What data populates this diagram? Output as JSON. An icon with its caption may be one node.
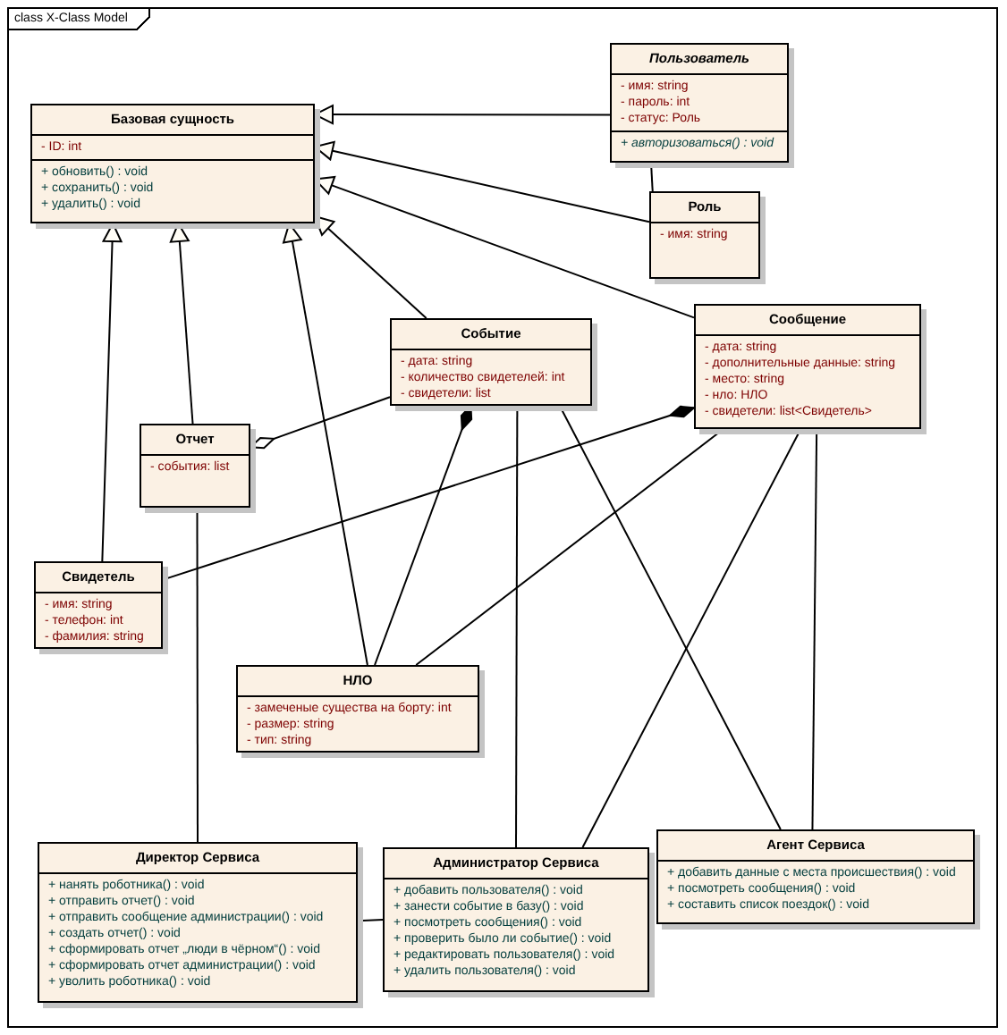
{
  "diagram": {
    "nodes": [
      {
        "text": [
          "class X-Class Model"
        ]
      },
      {
        "text": [
          "Базовая сущность",
          "- ID: int",
          "+ обновить() : void",
          "+ сохранить() : void",
          "+ удалить() : void"
        ],
        "in": 0
      },
      {
        "text": [
          "Пользователь",
          "- имя: string",
          "- пароль: int",
          "- статус: Роль",
          "+ авторизоваться() : void"
        ],
        "in": 0
      },
      {
        "text": [
          "Роль",
          "- имя: string"
        ],
        "in": 0
      },
      {
        "text": [
          "Событие",
          "- дата: string",
          "- количество свидетелей: int",
          "- свидетели: list"
        ],
        "in": 0
      },
      {
        "text": [
          "Сообщение",
          "- дата: string",
          "- дополнительные данные: string",
          "- место: string",
          "- нло: НЛО",
          "- свидетели: list<Свидетель>"
        ],
        "in": 0
      },
      {
        "text": [
          "Отчет",
          "- события: list"
        ],
        "in": 0
      },
      {
        "text": [
          "Свидетель",
          "- имя: string",
          "- телефон: int",
          "- фамилия: string"
        ],
        "in": 0
      },
      {
        "text": [
          "НЛО",
          "- замеченые существа на борту: int",
          "- размер: string",
          "- тип: string"
        ],
        "in": 0
      },
      {
        "text": [
          "Директор Сервиса",
          "+ нанять роботника() : void",
          "+ отправить отчет() : void",
          "+ отправить сообщение администрации() : void",
          "+ создать отчет() : void",
          "+ сформировать отчет „люди в чёрном“() : void",
          "+ сформировать отчет администрации() : void",
          "+ уволить роботника() : void"
        ],
        "in": 0
      },
      {
        "text": [
          "Администратор Сервиса",
          "+ добавить пользователя() : void",
          "+ занести событие в базу() : void",
          "+ посмотреть сообщения() : void",
          "+ проверить было ли событие() : void",
          "+ редактировать пользователя() : void",
          "+ удалить пользователя() : void"
        ],
        "in": 0
      },
      {
        "text": [
          "Агент Сервиса",
          "+ добавить данные с места происшествия() : void",
          "+ посмотреть сообщения() : void",
          "+ составить список поездок() : void"
        ],
        "in": 0
      }
    ],
    "edges": [
      {
        "from": 2,
        "to": 1,
        "arrow": "to"
      },
      {
        "from": 3,
        "to": 1,
        "arrow": "to"
      },
      {
        "from": 5,
        "to": 1,
        "arrow": "to"
      },
      {
        "from": 4,
        "to": 1,
        "arrow": "to"
      },
      {
        "from": 7,
        "to": 1,
        "arrow": "to"
      },
      {
        "from": 6,
        "to": 1,
        "arrow": "to"
      },
      {
        "from": 8,
        "to": 1,
        "arrow": "to"
      },
      {
        "from": 2,
        "to": 3,
        "arrow": "none"
      },
      {
        "from": 4,
        "to": 6,
        "arrow": "other"
      },
      {
        "from": 8,
        "to": 4,
        "arrow": "other"
      },
      {
        "from": 7,
        "to": 5,
        "arrow": "other"
      },
      {
        "from": 8,
        "to": 5,
        "arrow": "none"
      },
      {
        "from": 4,
        "to": 10,
        "arrow": "none"
      },
      {
        "from": 4,
        "to": 11,
        "arrow": "none"
      },
      {
        "from": 5,
        "to": 10,
        "arrow": "none"
      },
      {
        "from": 5,
        "to": 11,
        "arrow": "none"
      },
      {
        "from": 6,
        "to": 9,
        "arrow": "none"
      },
      {
        "from": 9,
        "to": 10,
        "arrow": "none"
      }
    ]
  }
}
